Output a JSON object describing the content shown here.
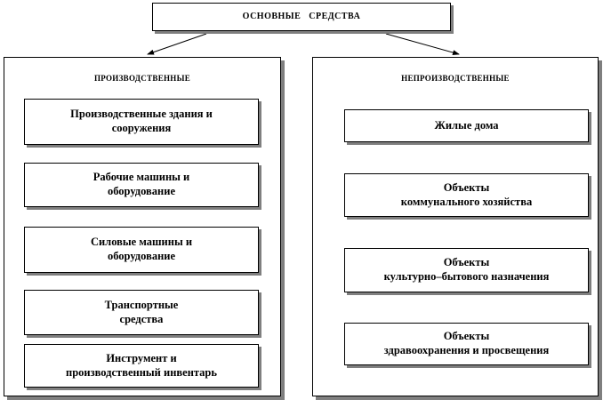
{
  "root": {
    "label": "ОСНОВНЫЕ   СРЕДСТВА"
  },
  "left_group": {
    "title": "ПРОИЗВОДСТВЕННЫЕ",
    "items": [
      "Производственные здания и\nсооружения",
      "Рабочие машины и\nоборудование",
      "Силовые машины и\nоборудование",
      "Транспортные\nсредства",
      "Инструмент и\nпроизводственный инвентарь"
    ]
  },
  "right_group": {
    "title": "НЕПРОИЗВОДСТВЕННЫЕ",
    "items": [
      "Жилые дома",
      "Объекты\nкоммунального  хозяйства",
      "Объекты\nкультурно–бытового  назначения",
      "Объекты\nздравоохранения и просвещения"
    ]
  }
}
